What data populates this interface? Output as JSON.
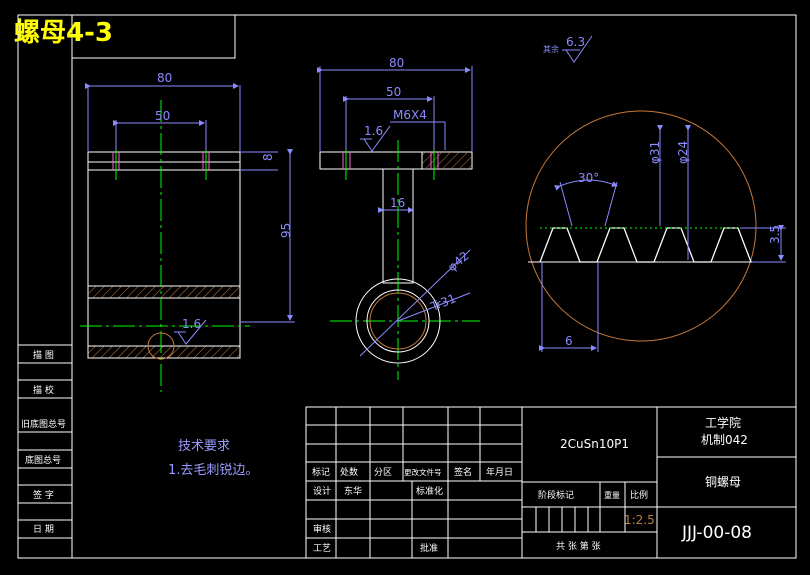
{
  "title": "螺母4-3",
  "dimensions": {
    "left_width": "80",
    "left_hole_spacing": "50",
    "left_hole_small": "8",
    "left_height": "95",
    "left_roughness_bottom": "1.6",
    "mid_width": "80",
    "mid_hole_spacing": "50",
    "mid_thread": "M6X4",
    "mid_roughness": "1.6",
    "mid_stem": "16",
    "mid_outer_dia": "φ42",
    "mid_thread_spec": "Tr31",
    "top_roughness": "6.3",
    "top_roughness_label": "其余",
    "angle": "30°",
    "dia_outer": "φ31",
    "dia_inner": "φ24",
    "tooth_height": "3.5",
    "pitch": "6"
  },
  "notes": {
    "heading": "技术要求",
    "item1": "1.去毛刺锐边。"
  },
  "left_labels": {
    "l1": "描 图",
    "l2": "描 校",
    "l3": "旧底图总号",
    "l4": "底图总号",
    "l5": "签 字",
    "l6": "日 期"
  },
  "title_block": {
    "material": "2CuSn10P1",
    "school": "工学院",
    "class": "机制042",
    "part_name": "铜螺母",
    "drawing_no": "JJJ-00-08",
    "ratio": "1:2.5",
    "h_mark": "标记",
    "h_count": "处数",
    "h_zone": "分区",
    "h_doc": "更改文件号",
    "h_sign": "签名",
    "h_date": "年月日",
    "r_design": "设计",
    "designer": "东华",
    "r_std": "标准化",
    "r_stage": "阶段标记",
    "r_weight": "重量",
    "r_scale": "比例",
    "r_check": "审核",
    "r_process": "工艺",
    "r_approve": "批准",
    "sheets": "共 张 第 张"
  }
}
